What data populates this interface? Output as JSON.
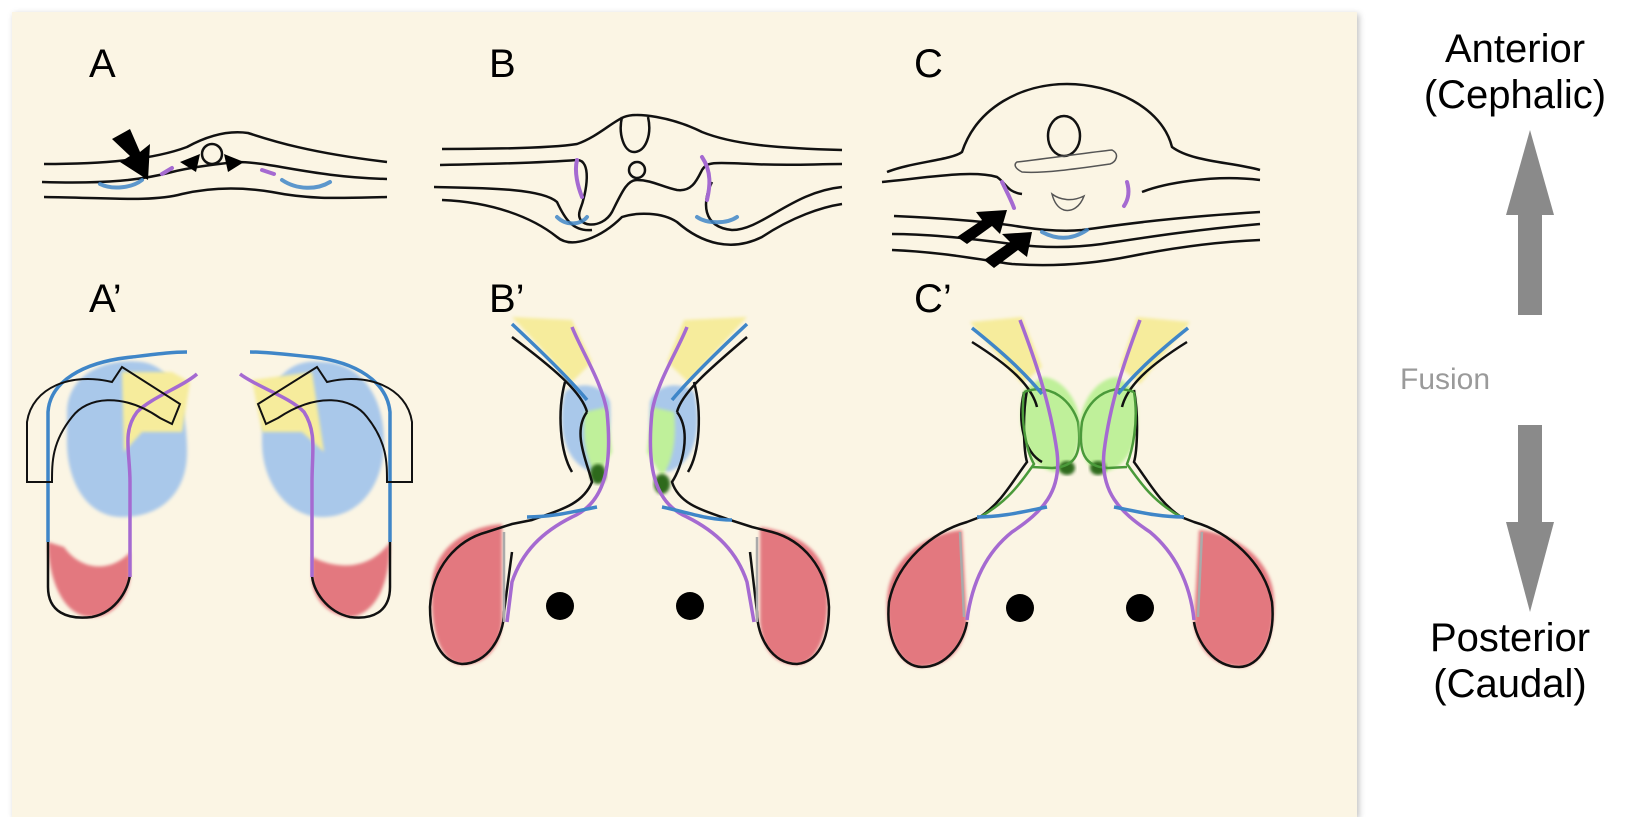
{
  "panels": {
    "A": "A",
    "B": "B",
    "C": "C",
    "A_prime": "A’",
    "B_prime": "B’",
    "C_prime": "C’"
  },
  "orientation": {
    "anterior_line1": "Anterior",
    "anterior_line2": "(Cephalic)",
    "fusion": "Fusion",
    "posterior_line1": "Posterior",
    "posterior_line2": "(Caudal)"
  },
  "colors": {
    "background": "#fbf5e4",
    "blue_region": "#a9c8ea",
    "blue_line": "#3f86c8",
    "purple_line": "#a56ad1",
    "yellow_region": "#f6ec9c",
    "green_region": "#bff09a",
    "dark_green": "#2f6b1e",
    "red_region": "#e3787f",
    "arrow_gray": "#8a8a8a"
  }
}
